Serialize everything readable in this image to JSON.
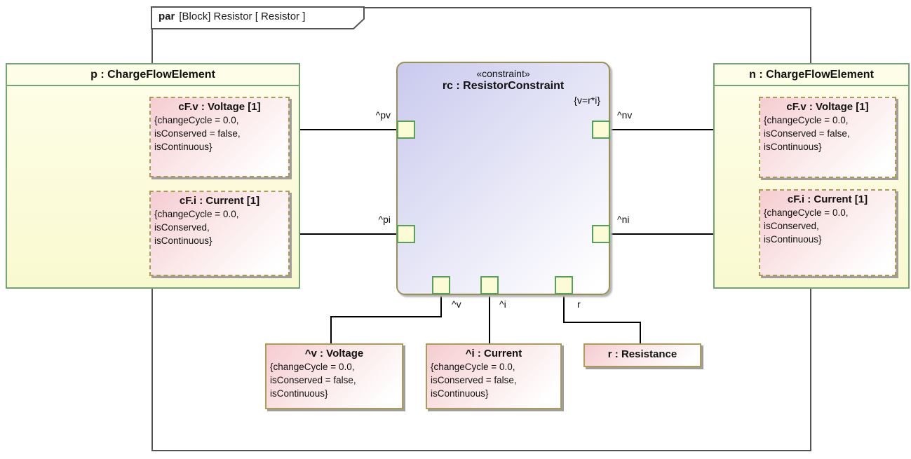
{
  "tab": {
    "keyword": "par",
    "title": "[Block] Resistor [ Resistor ]"
  },
  "blocks": {
    "p": {
      "title": "p : ChargeFlowElement",
      "parts": [
        {
          "title": "cF.v : Voltage [1]",
          "body": "{changeCycle = 0.0,\nisConserved = false,\nisContinuous}"
        },
        {
          "title": "cF.i : Current [1]",
          "body": "{changeCycle = 0.0,\nisConserved,\nisContinuous}"
        }
      ]
    },
    "n": {
      "title": "n : ChargeFlowElement",
      "parts": [
        {
          "title": "cF.v : Voltage [1]",
          "body": "{changeCycle = 0.0,\nisConserved = false,\nisContinuous}"
        },
        {
          "title": "cF.i : Current [1]",
          "body": "{changeCycle = 0.0,\nisConserved,\nisContinuous}"
        }
      ]
    }
  },
  "constraint": {
    "stereotype": "«constraint»",
    "name": "rc : ResistorConstraint",
    "expression": "{v=r*i}"
  },
  "ports": {
    "pv": "^pv",
    "pi": "^pi",
    "nv": "^nv",
    "ni": "^ni",
    "v": "^v",
    "i": "^i",
    "r": "r"
  },
  "parameters": [
    {
      "title": "^v : Voltage",
      "body": "{changeCycle = 0.0,\nisConserved = false,\nisContinuous}"
    },
    {
      "title": "^i : Current",
      "body": "{changeCycle = 0.0,\nisConserved = false,\nisContinuous}"
    },
    {
      "title": "r : Resistance",
      "body": ""
    }
  ],
  "colors": {
    "frame": "#545454",
    "blockBorder": "#75a375",
    "partBorder": "#ab9b57",
    "constraintBorder": "#9a9055",
    "portBorder": "#57a057",
    "blockFill": "#f9f9d0",
    "partFill": "#f5ccd0",
    "constraintFill": "#c9c9ee"
  }
}
